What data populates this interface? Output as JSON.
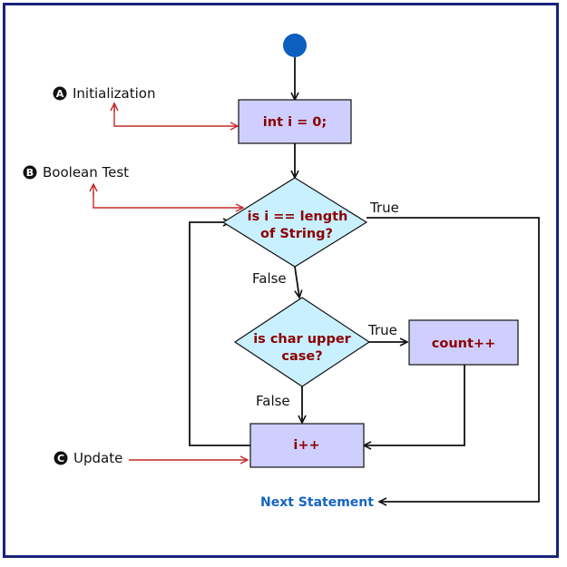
{
  "colors": {
    "start_node": "#0d5fbf",
    "box_fill": "#cfcfff",
    "diamond_fill": "#c9f0ff",
    "flow_arrow": "#111111",
    "annotation_arrow": "#c62828",
    "node_text": "#8b0000",
    "next_statement": "#1565c0",
    "frame": "#1a237e"
  },
  "nodes": {
    "init": "int i = 0;",
    "test_line1": "is i == length",
    "test_line2": "of String?",
    "upper_line1": "is char upper",
    "upper_line2": "case?",
    "count": "count++",
    "update": "i++"
  },
  "edges": {
    "test_true": "True",
    "test_false": "False",
    "upper_true": "True",
    "upper_false": "False"
  },
  "annotations": {
    "a_badge": "A",
    "a_label": "Initialization",
    "b_badge": "B",
    "b_label": "Boolean Test",
    "c_badge": "C",
    "c_label": "Update"
  },
  "next_statement": "Next Statement"
}
